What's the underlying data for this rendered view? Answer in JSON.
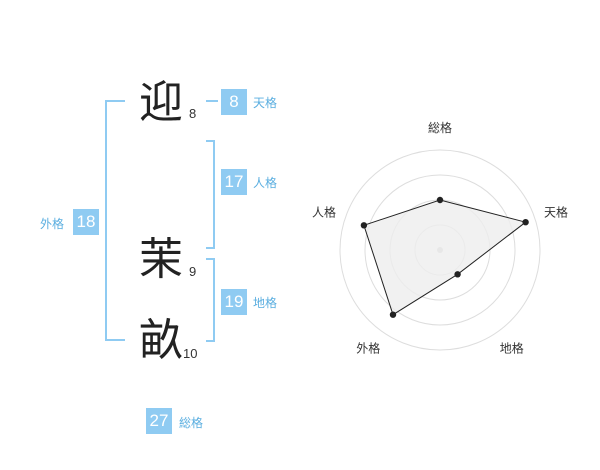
{
  "characters": [
    {
      "char": "迎",
      "strokes": "8"
    },
    {
      "char": "茉",
      "strokes": "9"
    },
    {
      "char": "畝",
      "strokes": "10"
    }
  ],
  "fortunes": {
    "tenkaku": {
      "value": "8",
      "label": "天格"
    },
    "jinkaku": {
      "value": "17",
      "label": "人格"
    },
    "chikaku": {
      "value": "19",
      "label": "地格"
    },
    "gaikaku": {
      "value": "18",
      "label": "外格"
    },
    "soukaku": {
      "value": "27",
      "label": "総格"
    }
  },
  "radar": {
    "axes": [
      "総格",
      "天格",
      "地格",
      "外格",
      "人格"
    ],
    "values": [
      0.5,
      0.9,
      0.3,
      0.8,
      0.8
    ],
    "max": 1.0,
    "rings": 4
  },
  "colors": {
    "accent": "#8fcbf2",
    "bracket": "#8fcbf2",
    "label": "#5aaee0",
    "radar_fill": "#eeeeee",
    "radar_line": "#222222"
  }
}
